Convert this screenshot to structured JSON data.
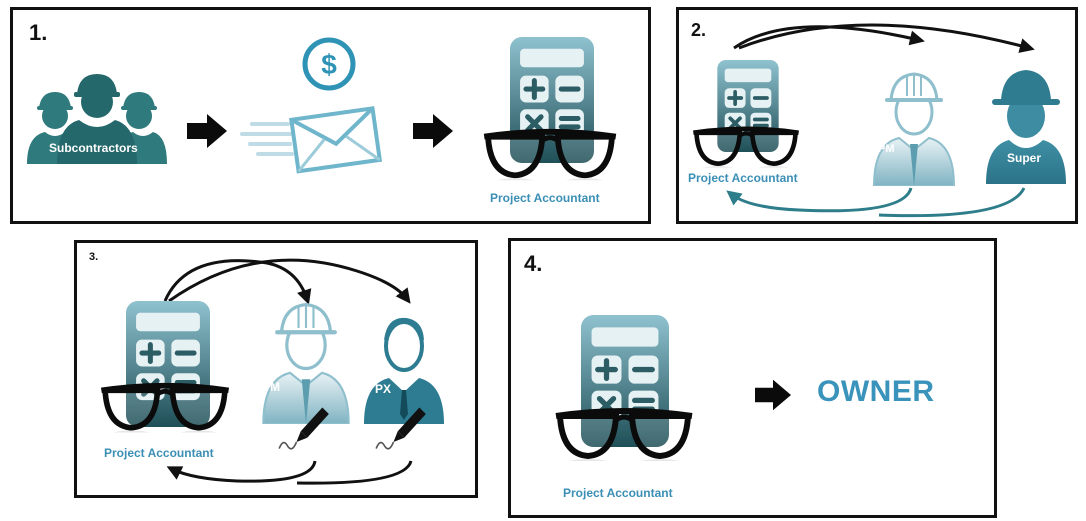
{
  "panels": [
    {
      "number": "1.",
      "labels": {
        "subcontractors": "Subcontractors",
        "accountant": "Project Accountant"
      },
      "icons": [
        "subcontractors-icon",
        "arrow-right-icon",
        "dollar-icon",
        "envelope-icon",
        "arrow-right-icon",
        "calculator-icon",
        "glasses-icon"
      ]
    },
    {
      "number": "2.",
      "labels": {
        "accountant": "Project Accountant",
        "pm": "PM",
        "super": "Super"
      },
      "icons": [
        "calculator-icon",
        "glasses-icon",
        "pm-hardhat-person-icon",
        "super-hardhat-person-icon",
        "curved-arrow-icon"
      ]
    },
    {
      "number": "3.",
      "labels": {
        "accountant": "Project Accountant",
        "pm": "PM",
        "px": "PX"
      },
      "icons": [
        "calculator-icon",
        "glasses-icon",
        "pm-hardhat-person-icon",
        "px-person-icon",
        "pen-signature-icon",
        "curved-arrow-icon"
      ]
    },
    {
      "number": "4.",
      "labels": {
        "accountant": "Project Accountant",
        "owner": "OWNER"
      },
      "icons": [
        "calculator-icon",
        "glasses-icon",
        "arrow-right-icon"
      ]
    }
  ],
  "colors": {
    "teal_dark": "#2e6f74",
    "teal_light": "#a9cfd8",
    "blue_text": "#3b8fb5",
    "dark": "#111111"
  }
}
